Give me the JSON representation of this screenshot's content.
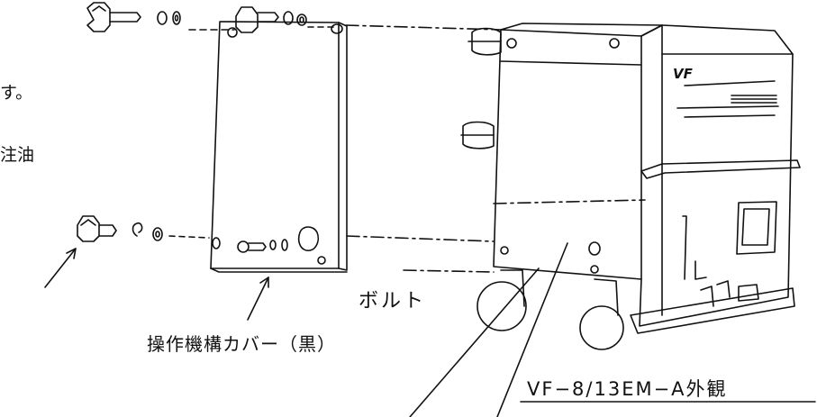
{
  "labels": {
    "fragment_line1": "す。",
    "fragment_line2": "注油",
    "bolt": "ボルト",
    "cover": "操作機構カバー（黒）",
    "model": "VF−8/13EM−A外観",
    "front_panel_mark": "VF"
  }
}
